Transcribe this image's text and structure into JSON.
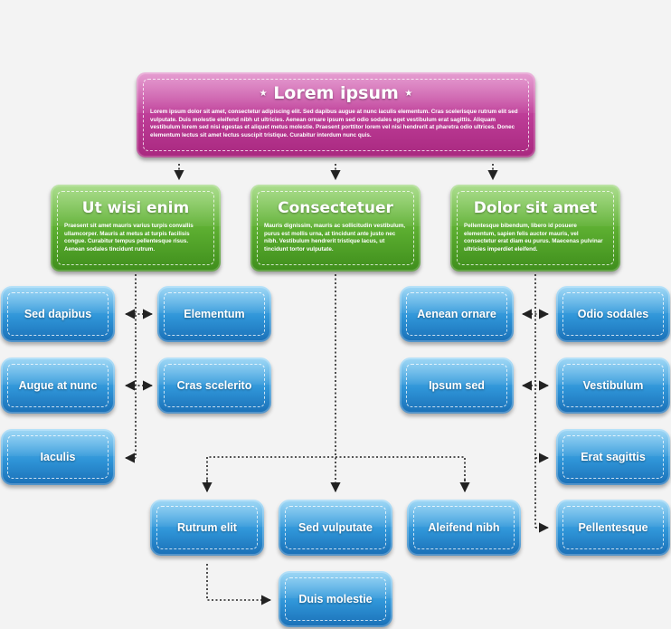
{
  "root": {
    "title": "Lorem ipsum",
    "star": "★",
    "text": "Lorem ipsum dolor sit amet, consectetur adipiscing elit. Sed dapibus augue at nunc iaculis elementum. Cras scelerisque rutrum elit sed vulputate. Duis molestie eleifend nibh ut ultricies. Aenean ornare ipsum sed odio sodales eget vestibulum erat sagittis. Aliquam vestibulum lorem sed nisi egestas et aliquet metus molestie. Praesent porttitor lorem vel nisi hendrerit at pharetra odio ultrices. Donec elementum lectus sit amet lectus suscipit tristique. Curabitur interdum nunc quis."
  },
  "categories": [
    {
      "title": "Ut wisi enim",
      "text": "Praesent sit amet mauris varius turpis convallis ullamcorper. Mauris at metus at turpis facilisis congue. Curabitur tempus pellentesque risus. Aenean sodales tincidunt rutrum."
    },
    {
      "title": "Consectetuer",
      "text": "Mauris dignissim, mauris ac sollicitudin vestibulum, purus est mollis urna, at tincidunt ante justo nec nibh. Vestibulum hendrerit tristique lacus, ut tincidunt tortor vulputate."
    },
    {
      "title": "Dolor sit amet",
      "text": "Pellentesque bibendum, libero id posuere elementum, sapien felis auctor mauris, vel consectetur erat diam eu purus. Maecenas pulvinar ultricies imperdiet eleifend."
    }
  ],
  "items": {
    "sed_dapibus": "Sed dapibus",
    "elementum": "Elementum",
    "augue_at_nunc": "Augue at nunc",
    "cras_scelerito": "Cras scelerito",
    "iaculis": "Iaculis",
    "aenean_ornare": "Aenean ornare",
    "odio_sodales": "Odio sodales",
    "ipsum_sed": "Ipsum sed",
    "vestibulum": "Vestibulum",
    "erat_sagittis": "Erat sagittis",
    "pellentesque": "Pellentesque",
    "rutrum_elit": "Rutrum elit",
    "sed_vulputate": "Sed vulputate",
    "aleifend_nibh": "Aleifend nibh",
    "duis_molestie": "Duis molestie"
  },
  "colors": {
    "root": "#c03f9a",
    "category": "#5aac2f",
    "item": "#2f95d8",
    "connector": "#222222",
    "background": "#f3f3f3"
  }
}
